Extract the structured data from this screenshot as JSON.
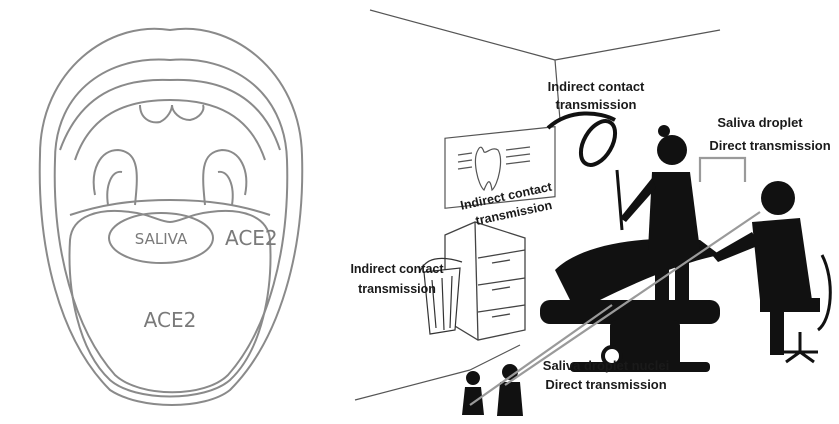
{
  "mouth_panel": {
    "saliva_label": "SALIVA",
    "ace2_upper_label": "ACE2",
    "ace2_tongue_label": "ACE2"
  },
  "clinic_panel": {
    "labels": {
      "indirect_lamp_line1": "Indirect contact",
      "indirect_lamp_line2": "transmission",
      "saliva_droplet_line1": "Saliva droplet",
      "saliva_droplet_line2": "Direct transmission",
      "indirect_cabinet_line1": "Indirect contact",
      "indirect_cabinet_line2": "transmission",
      "indirect_bin_line1": "Indirect contact",
      "indirect_bin_line2": "transmission",
      "nuclei_line1": "Saliva droplet nuclei",
      "nuclei_line2": "Direct transmission"
    }
  },
  "colors": {
    "outline": "#8a8a8a",
    "figure_fill": "#111111",
    "text": "#1a1a1a"
  }
}
